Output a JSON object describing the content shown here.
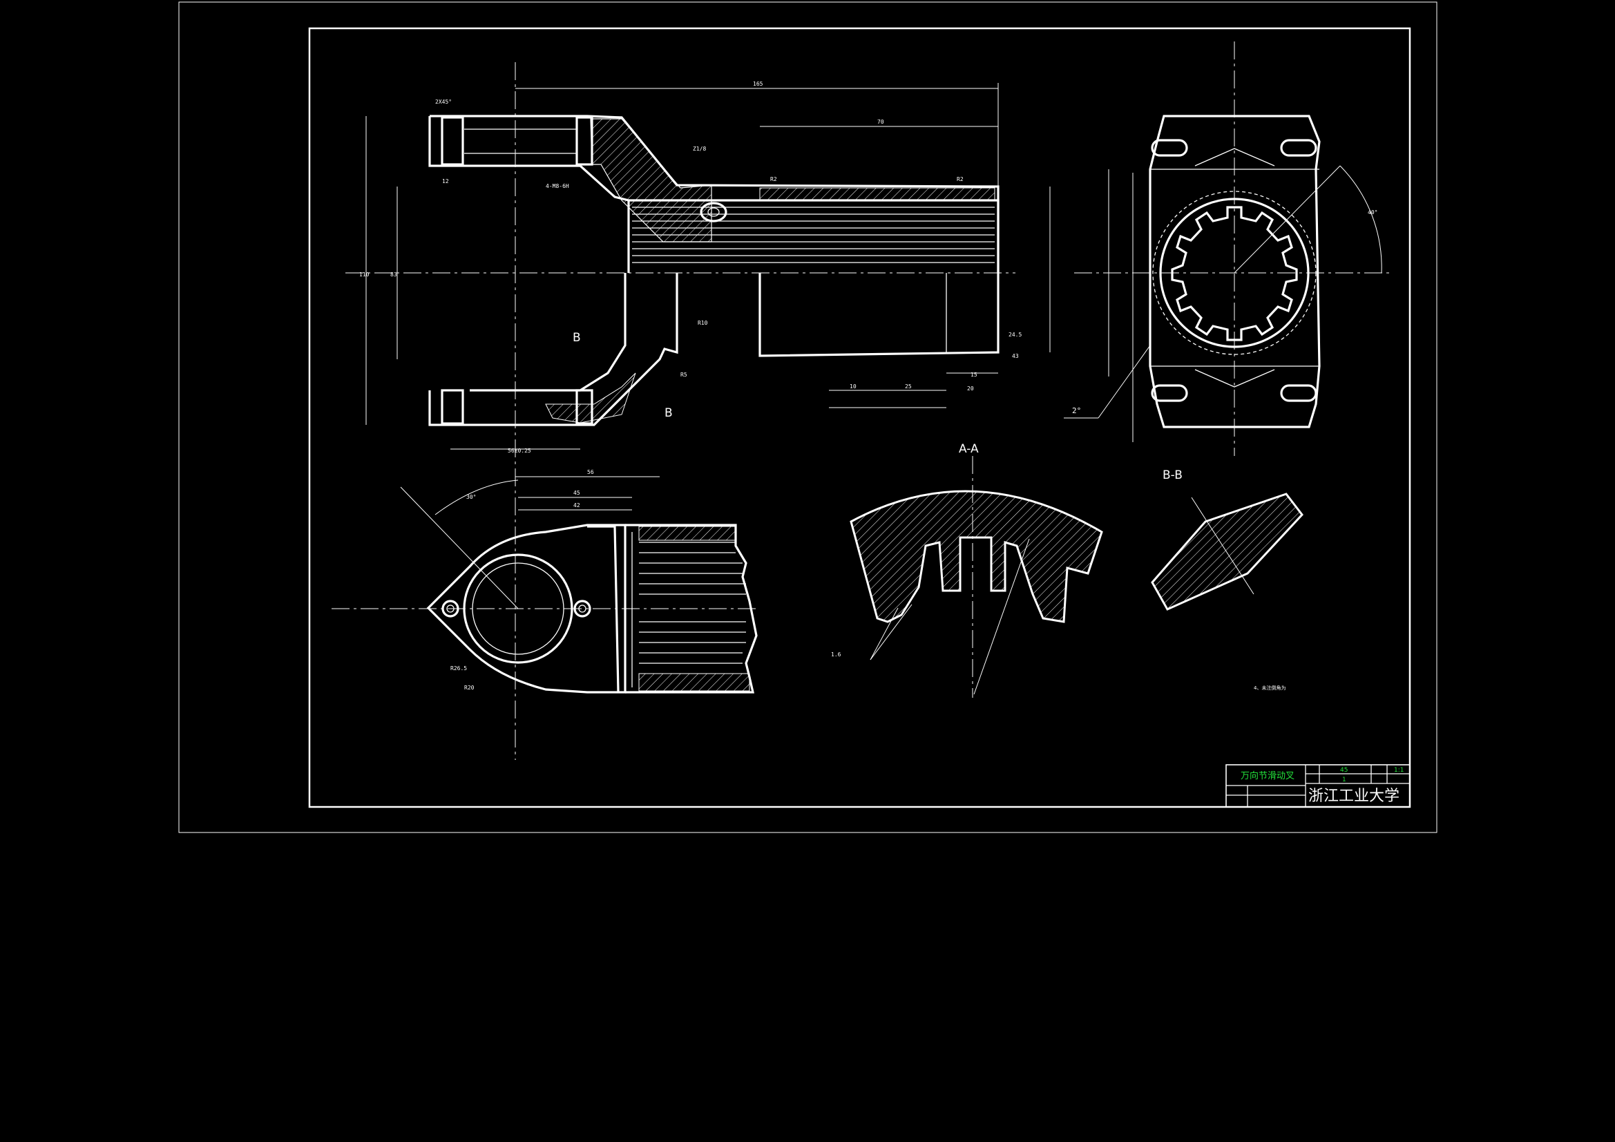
{
  "drawing": {
    "part_name": "万向节滑动叉",
    "school": "浙江工业大学",
    "material": "45",
    "scale": "1:1",
    "quantity": "1",
    "section_aa": "A-A",
    "section_bb": "B-B",
    "section_mark_b": "B",
    "angle_note": "2°",
    "tech_note": "4、未注倒角为"
  },
  "dimensions": {
    "d165": "165",
    "d70": "70",
    "d56": "56",
    "d45": "45",
    "d42": "42",
    "d10": "10",
    "d25": "25",
    "d20": "20",
    "d15": "15",
    "d12": "12",
    "d110": "110",
    "d83": "83",
    "d2x45": "2X45°",
    "d4m8": "4-M8-6H",
    "r2": "R2",
    "r10": "R10",
    "r5": "R5",
    "r20": "R20",
    "r26": "R26.5",
    "d30": "30°",
    "d40": "40°",
    "d56b": "56±0.25",
    "z1": "Z1/8",
    "d43": "43",
    "d245": "24.5",
    "d16": "1.6"
  },
  "colors": {
    "background": "#000000",
    "line": "#ffffff",
    "title_text": "#22e03a"
  }
}
